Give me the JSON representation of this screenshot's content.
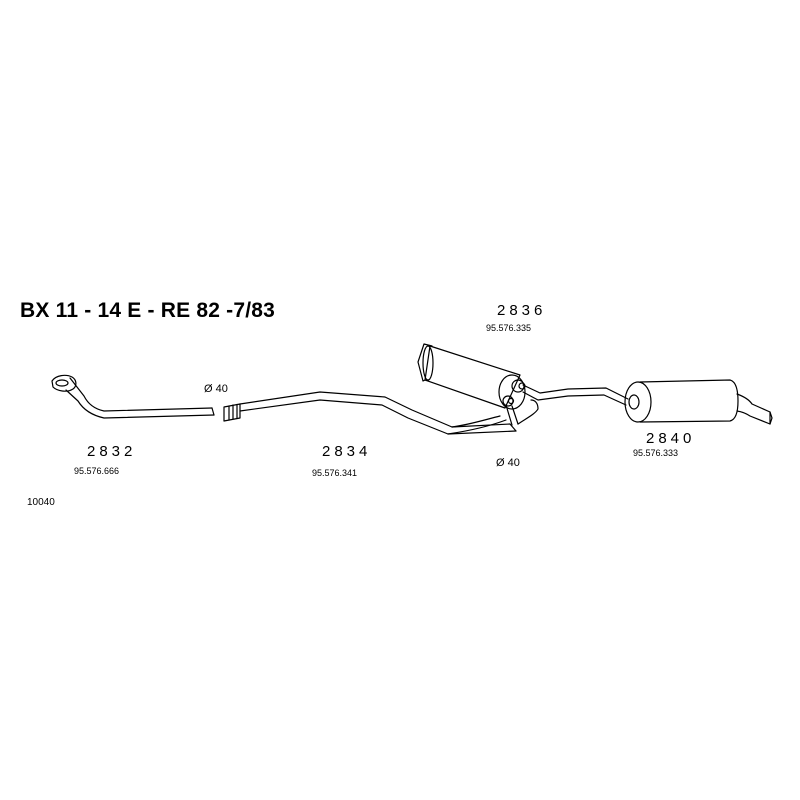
{
  "title": "BX 11 - 14 E - RE 82 -7/83",
  "parts": [
    {
      "number": "2832",
      "ref": "95.576.666"
    },
    {
      "number": "2834",
      "ref": "95.576.341"
    },
    {
      "number": "2836",
      "ref": "95.576.335"
    },
    {
      "number": "2840",
      "ref": "95.576.333"
    }
  ],
  "diameters": [
    "Ø 40",
    "Ø 40"
  ],
  "drawing_code": "10040",
  "colors": {
    "line": "#000000",
    "background": "#ffffff"
  }
}
